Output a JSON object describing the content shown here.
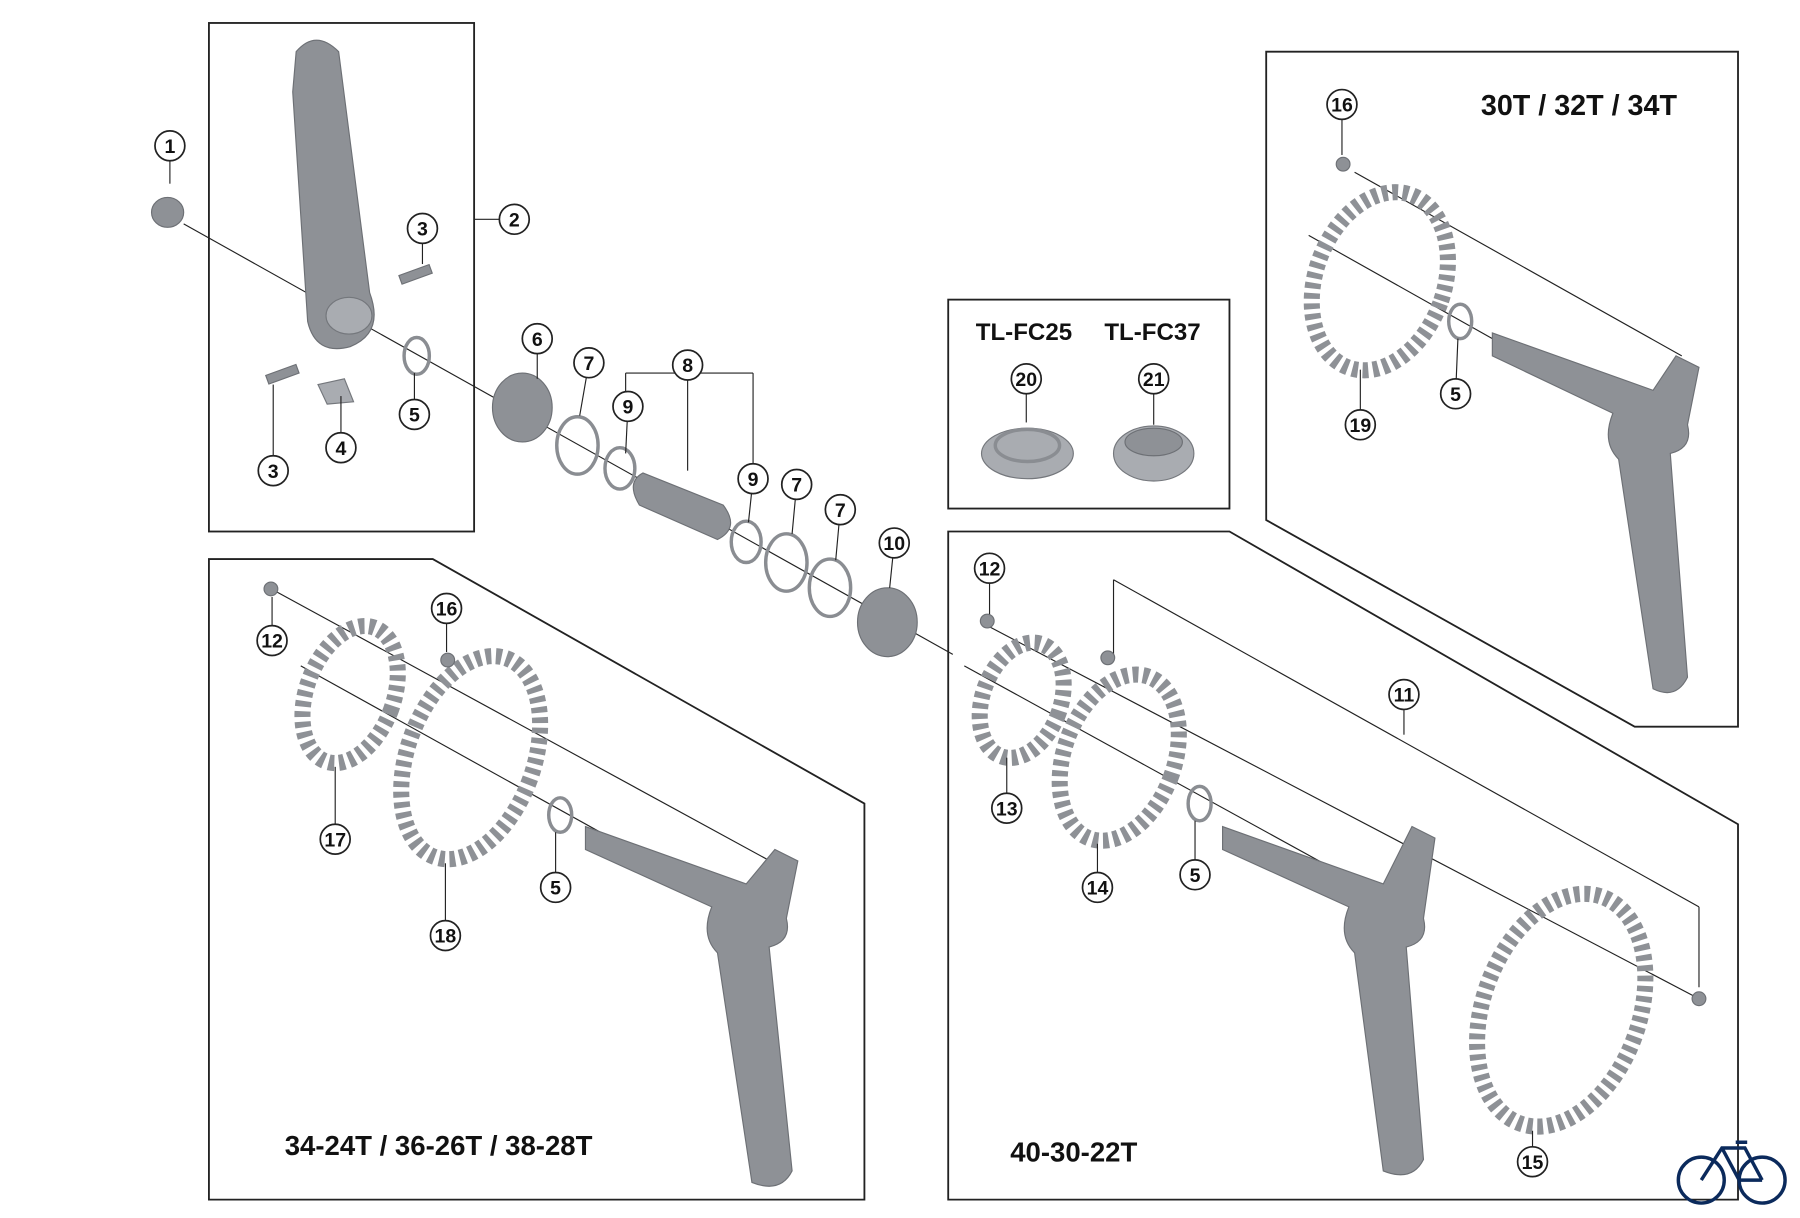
{
  "callouts": [
    "1",
    "2",
    "3",
    "3",
    "4",
    "5",
    "6",
    "7",
    "8",
    "9",
    "9",
    "7",
    "7",
    "10",
    "12",
    "16",
    "17",
    "18",
    "5",
    "12",
    "13",
    "14",
    "5",
    "11",
    "15",
    "16",
    "19",
    "5",
    "20",
    "21"
  ],
  "labels": {
    "set_right": "30T / 32T / 34T",
    "set_bottom_left": "34-24T / 36-26T / 38-28T",
    "set_bottom_right": "40-30-22T",
    "tool_a": "TL-FC25",
    "tool_b": "TL-FC37"
  },
  "colors": {
    "part": "#8e9196",
    "line": "#222222",
    "logo": "#0b2a5c"
  },
  "icons": {
    "logo": "bicycle-icon"
  }
}
